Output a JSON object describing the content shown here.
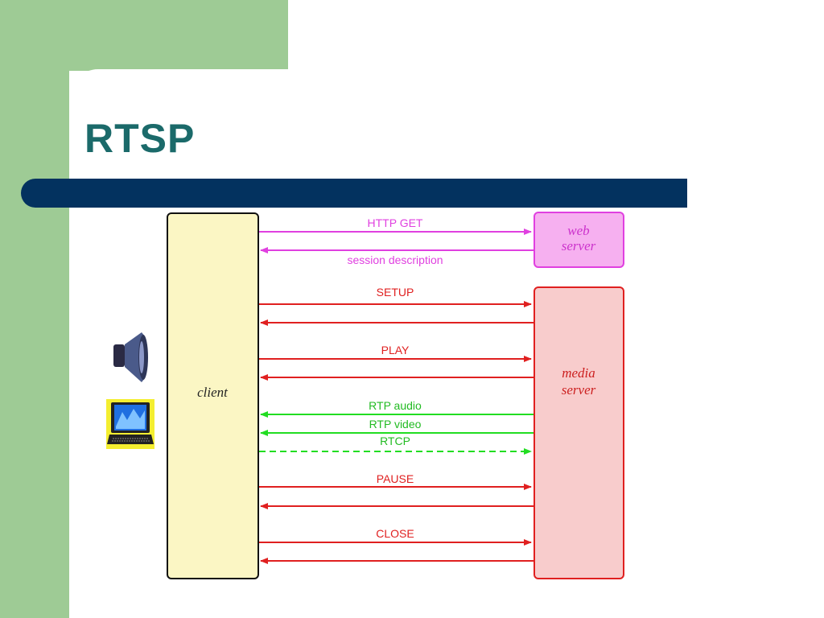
{
  "slide": {
    "title": "RTSP"
  },
  "diagram": {
    "client_label": "client",
    "web_server_label": [
      "web",
      "server"
    ],
    "media_server_label": [
      "media",
      "server"
    ],
    "messages": {
      "http_get": "HTTP GET",
      "session_description": "session description",
      "setup": "SETUP",
      "play": "PLAY",
      "rtp_audio": "RTP audio",
      "rtp_video": "RTP video",
      "rtcp": "RTCP",
      "pause": "PAUSE",
      "close": "CLOSE"
    },
    "icons": [
      "speaker-icon",
      "monitor-icon"
    ],
    "colors": {
      "http": "#e040e0",
      "rtsp": "#e02020",
      "rtp": "#22dd22",
      "client_fill": "#fbf6c4",
      "web_fill": "#f6b0f0",
      "media_fill": "#f8cccc"
    }
  }
}
